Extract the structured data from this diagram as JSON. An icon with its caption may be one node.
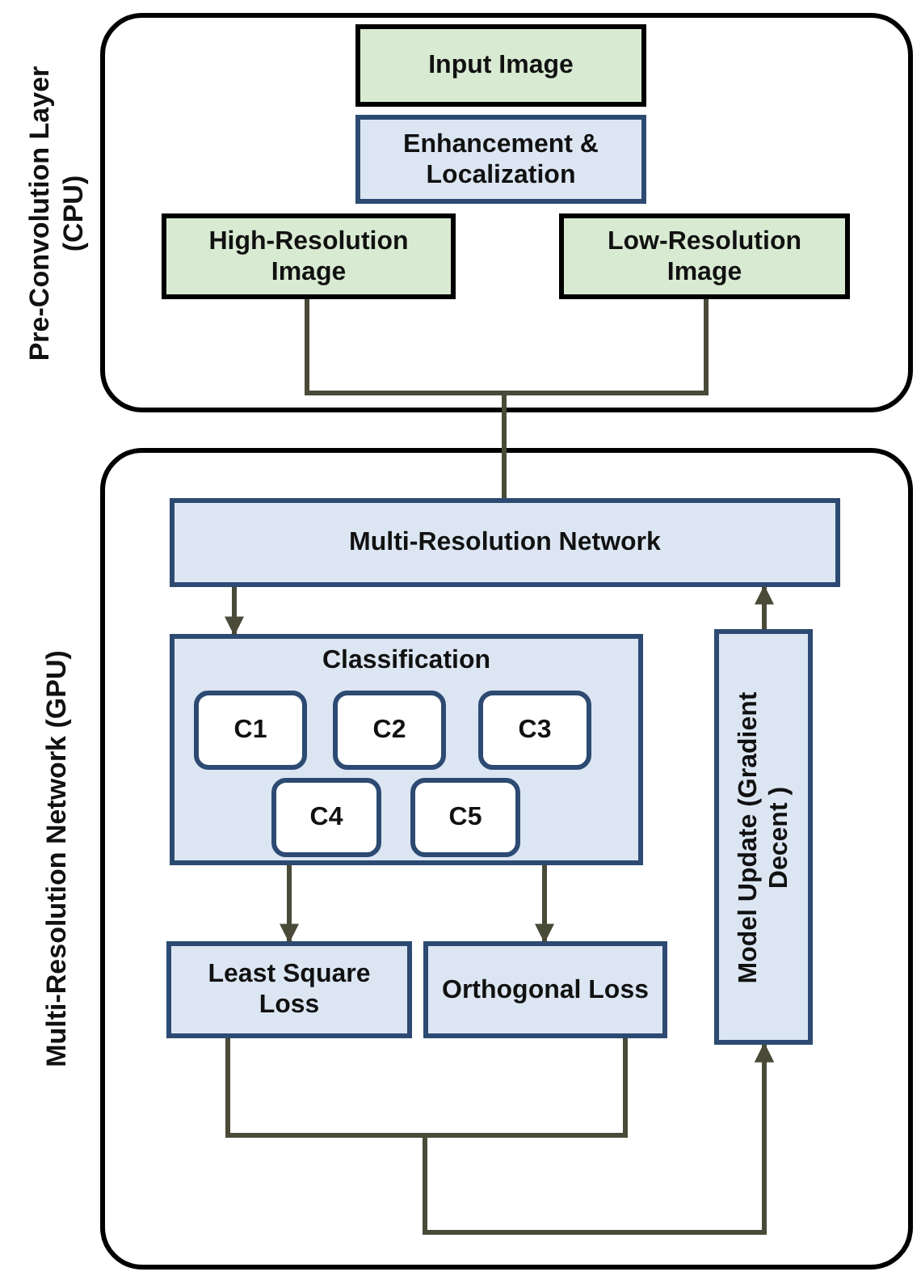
{
  "diagram": {
    "nodes": [
      {
        "text": [
          "Pre-Convolution Layer (CPU)"
        ]
      },
      {
        "text": [
          "Input Image"
        ],
        "in": 0
      },
      {
        "text": [
          "Enhancement & Localization"
        ],
        "in": 0
      },
      {
        "text": [
          "High-Resolution Image"
        ],
        "in": 0
      },
      {
        "text": [
          "Low-Resolution Image"
        ],
        "in": 0
      },
      {
        "text": [
          "Multi-Resolution Network (GPU)"
        ]
      },
      {
        "text": [
          "Multi-Resolution Network"
        ],
        "in": 5
      },
      {
        "text": [
          "Classification"
        ],
        "in": 5
      },
      {
        "text": [
          "C1"
        ],
        "in": 7
      },
      {
        "text": [
          "C2"
        ],
        "in": 7
      },
      {
        "text": [
          "C3"
        ],
        "in": 7
      },
      {
        "text": [
          "C4"
        ],
        "in": 7
      },
      {
        "text": [
          "C5"
        ],
        "in": 7
      },
      {
        "text": [
          "Least Square Loss"
        ],
        "in": 5
      },
      {
        "text": [
          "Orthogonal Loss"
        ],
        "in": 5
      },
      {
        "text": [
          "Model Update (Gradient Decent )"
        ],
        "in": 5
      }
    ],
    "edges": [
      {
        "from": 3,
        "to": 6,
        "arrow": "none"
      },
      {
        "from": 4,
        "to": 6,
        "arrow": "none"
      },
      {
        "from": 6,
        "to": 7,
        "arrow": "to"
      },
      {
        "from": 7,
        "to": 13,
        "arrow": "to"
      },
      {
        "from": 7,
        "to": 14,
        "arrow": "to"
      },
      {
        "from": 13,
        "to": 15,
        "arrow": "to"
      },
      {
        "from": 14,
        "to": 15,
        "arrow": "to"
      },
      {
        "from": 15,
        "to": 6,
        "arrow": "to"
      }
    ]
  }
}
